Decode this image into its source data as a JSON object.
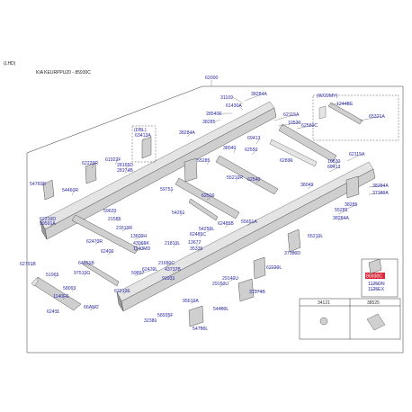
{
  "header": {
    "region": "(LHD)",
    "title": "KIA KEURPPU20 - 85930C"
  },
  "callouts": {
    "main_assy": "62000",
    "dbl": "(DBL)",
    "w22my": "(W/22MY)"
  },
  "table": {
    "col1": "34121",
    "col2": "38525"
  },
  "highlight_part": "85930C",
  "parts": [
    {
      "id": "p1",
      "label": "31109"
    },
    {
      "id": "p2",
      "label": "38284A"
    },
    {
      "id": "p3",
      "label": "61430A"
    },
    {
      "id": "p4",
      "label": "28540E"
    },
    {
      "id": "p5",
      "label": "38285"
    },
    {
      "id": "p6",
      "label": "62115A"
    },
    {
      "id": "p7",
      "label": "10530"
    },
    {
      "id": "p8",
      "label": "62560C"
    },
    {
      "id": "p9",
      "label": "1244BE"
    },
    {
      "id": "p10",
      "label": "65321A"
    },
    {
      "id": "p11",
      "label": "62220R"
    },
    {
      "id": "p12",
      "label": "61922F"
    },
    {
      "id": "p13",
      "label": "28165D"
    },
    {
      "id": "p14",
      "label": "28174B"
    },
    {
      "id": "p15",
      "label": "63413A"
    },
    {
      "id": "p16",
      "label": "38284A"
    },
    {
      "id": "p17",
      "label": "38040"
    },
    {
      "id": "p18",
      "label": "69413"
    },
    {
      "id": "p19",
      "label": "62550"
    },
    {
      "id": "p20",
      "label": "55285"
    },
    {
      "id": "p21",
      "label": "62830"
    },
    {
      "id": "p22",
      "label": "62115A"
    },
    {
      "id": "p23",
      "label": "10530"
    },
    {
      "id": "p24",
      "label": "69413"
    },
    {
      "id": "p25",
      "label": "54760R"
    },
    {
      "id": "p26",
      "label": "54460R"
    },
    {
      "id": "p27",
      "label": "62210D"
    },
    {
      "id": "p28",
      "label": "59591A"
    },
    {
      "id": "p29",
      "label": "59620"
    },
    {
      "id": "p30",
      "label": "21585"
    },
    {
      "id": "p31",
      "label": "55210R"
    },
    {
      "id": "p32",
      "label": "62540"
    },
    {
      "id": "p33",
      "label": "59751"
    },
    {
      "id": "p34",
      "label": "62500"
    },
    {
      "id": "p35",
      "label": "38049"
    },
    {
      "id": "p36",
      "label": "38284A"
    },
    {
      "id": "p37",
      "label": "37180A"
    },
    {
      "id": "p38",
      "label": "38285"
    },
    {
      "id": "p39",
      "label": "55285"
    },
    {
      "id": "p40",
      "label": "38284A"
    },
    {
      "id": "p41",
      "label": "21610R"
    },
    {
      "id": "p42",
      "label": "13600H"
    },
    {
      "id": "p43",
      "label": "43065K"
    },
    {
      "id": "p44",
      "label": "1140MD"
    },
    {
      "id": "p45",
      "label": "54261"
    },
    {
      "id": "p46",
      "label": "62485B"
    },
    {
      "id": "p47",
      "label": "55651A"
    },
    {
      "id": "p48",
      "label": "54250L"
    },
    {
      "id": "p49",
      "label": "62485C"
    },
    {
      "id": "p50",
      "label": "55210L"
    },
    {
      "id": "p51",
      "label": "62470R"
    },
    {
      "id": "p52",
      "label": "62400"
    },
    {
      "id": "p53",
      "label": "21810L"
    },
    {
      "id": "p54",
      "label": "13677"
    },
    {
      "id": "p55",
      "label": "35335"
    },
    {
      "id": "p56",
      "label": "62791B"
    },
    {
      "id": "p57",
      "label": "64151B"
    },
    {
      "id": "p58",
      "label": "97510G"
    },
    {
      "id": "p59",
      "label": "21680C"
    },
    {
      "id": "p60",
      "label": "43737B"
    },
    {
      "id": "p61",
      "label": "37180D"
    },
    {
      "id": "p62",
      "label": "51965"
    },
    {
      "id": "p63",
      "label": "59897"
    },
    {
      "id": "p64",
      "label": "62470L"
    },
    {
      "id": "p65",
      "label": "91931"
    },
    {
      "id": "p66",
      "label": "29140U"
    },
    {
      "id": "p67",
      "label": "29150U"
    },
    {
      "id": "p68",
      "label": "62220L"
    },
    {
      "id": "p69",
      "label": "58093"
    },
    {
      "id": "p70",
      "label": "1140FE"
    },
    {
      "id": "p71",
      "label": "62210E"
    },
    {
      "id": "p72",
      "label": "31974B"
    },
    {
      "id": "p73",
      "label": "95610A"
    },
    {
      "id": "p74",
      "label": "58935F"
    },
    {
      "id": "p75",
      "label": "32381"
    },
    {
      "id": "p76",
      "label": "54460L"
    },
    {
      "id": "p77",
      "label": "62411"
    },
    {
      "id": "p78",
      "label": "66AW2"
    },
    {
      "id": "p79",
      "label": "54760L"
    },
    {
      "id": "p80",
      "label": "1125DN"
    },
    {
      "id": "p81",
      "label": "1125EX"
    }
  ]
}
